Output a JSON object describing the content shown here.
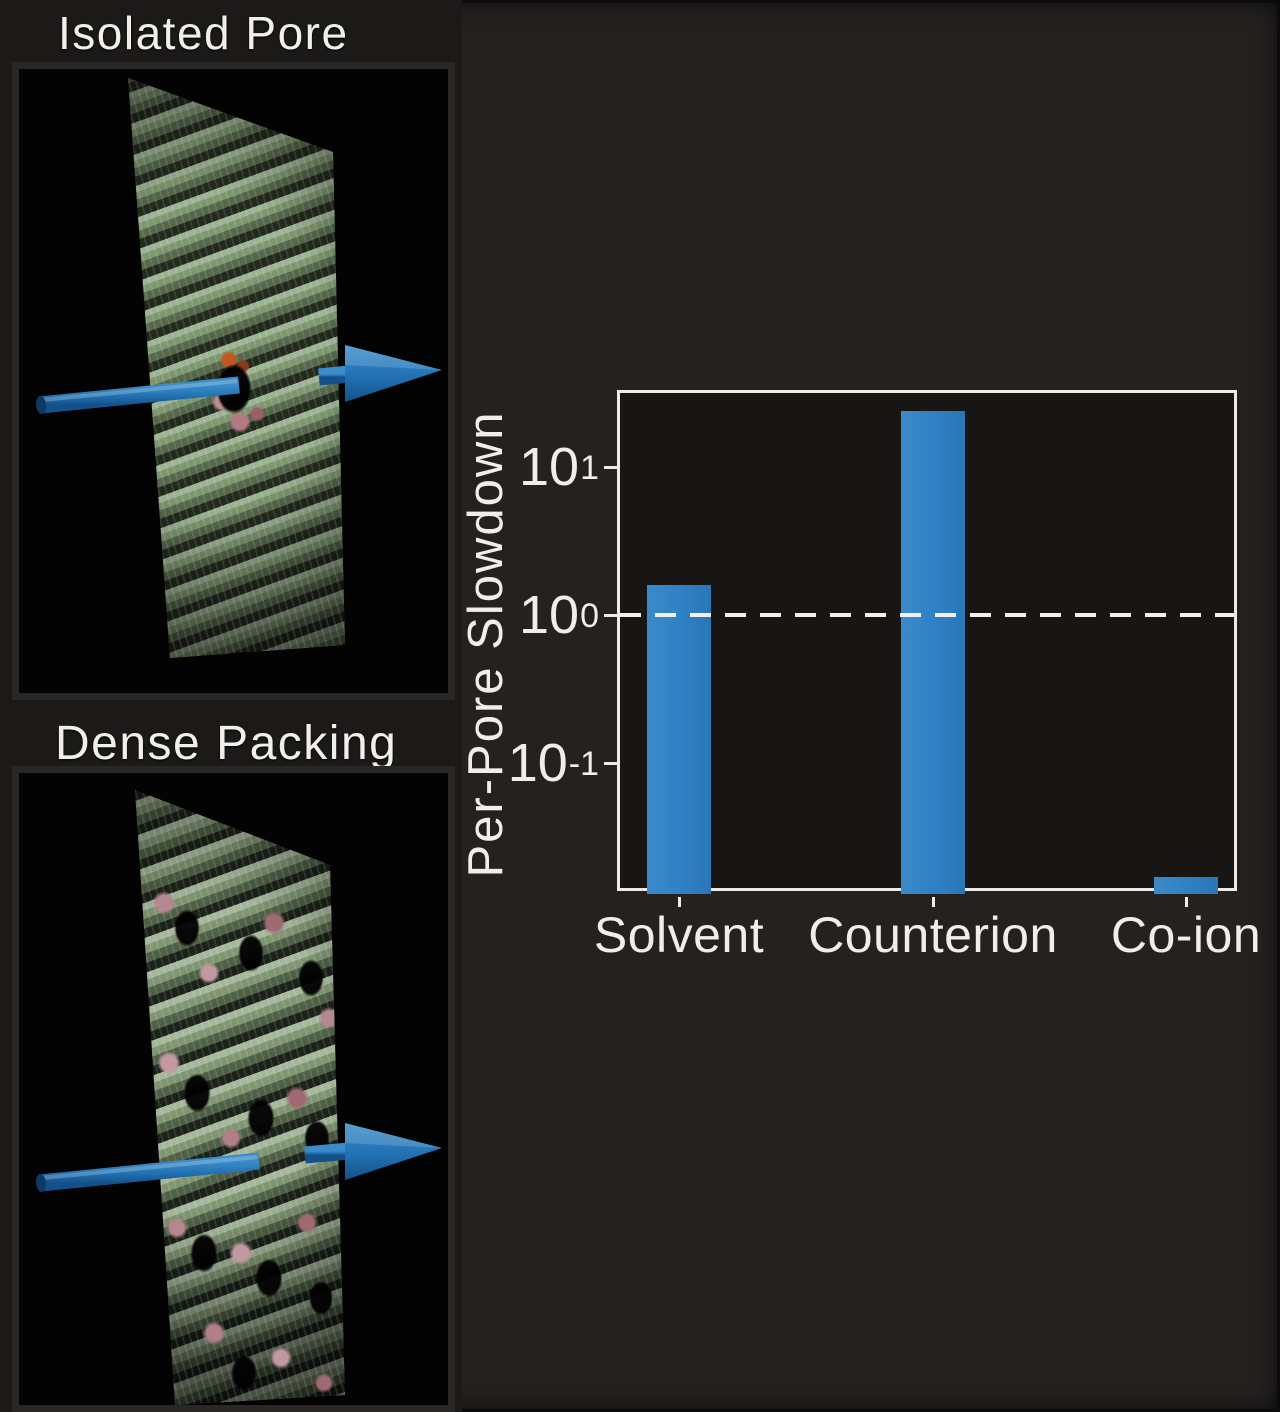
{
  "page": {
    "background": "#242120"
  },
  "isolated_panel": {
    "title": "Isolated Pore"
  },
  "dense_panel": {
    "title": "Dense Packing"
  },
  "chart_data": {
    "type": "bar",
    "title": "",
    "xlabel": "",
    "ylabel": "Per-Pore Slowdown",
    "categories": [
      "Solvent",
      "Counterion",
      "Co-ion"
    ],
    "values": [
      1.6,
      24,
      0.017
    ],
    "yscale": "log",
    "ylim": [
      0.013,
      33
    ],
    "yticks": [
      {
        "base": "10",
        "exp": "1",
        "value": 10
      },
      {
        "base": "10",
        "exp": "0",
        "value": 1
      },
      {
        "base": "10",
        "exp": "-1",
        "value": 0.1
      }
    ],
    "reference_line": {
      "value": 1,
      "style": "dashed",
      "color": "#f2f0ee"
    },
    "grid": false,
    "legend": null,
    "bar_color": "#2f81c4",
    "frame_color": "#edebe8",
    "text_color": "#f0eeec",
    "plot_background": "#181615"
  },
  "scene": {
    "arrow_color": "#2272b3",
    "membrane_green": "#8fa887",
    "ion_pink": "#b07f88",
    "pore_orange": "#c2581f"
  }
}
